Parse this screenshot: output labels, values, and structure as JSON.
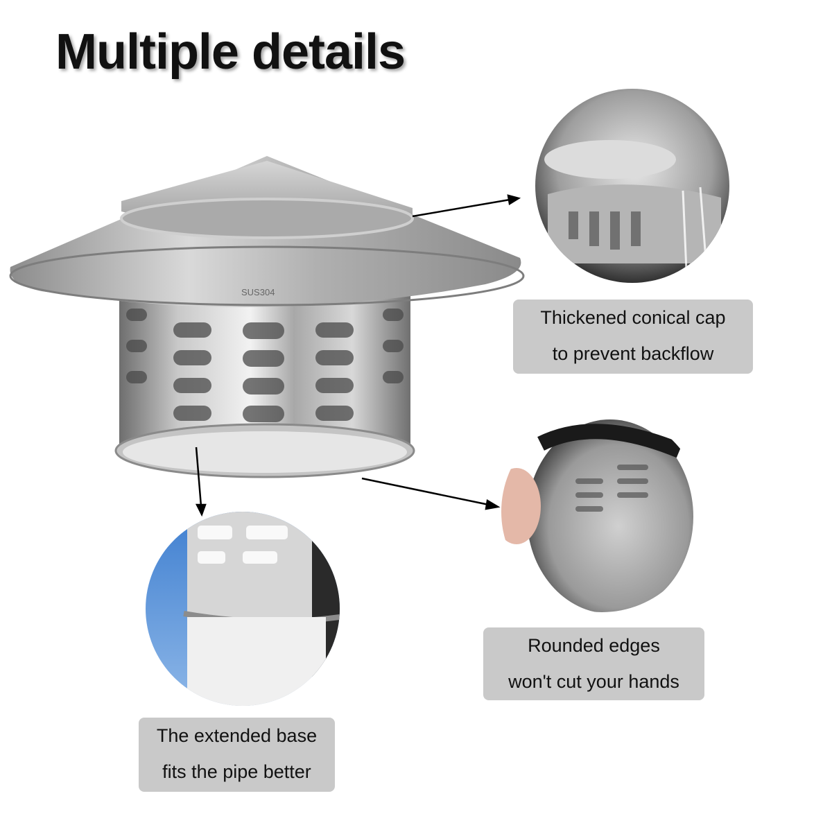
{
  "page": {
    "title": "Multiple details"
  },
  "product": {
    "engraving": "SUS304",
    "colors": {
      "steel_light": "#e6e6e6",
      "steel_mid": "#b3b3b3",
      "steel_dark": "#7a7a7a"
    }
  },
  "callouts": [
    {
      "line1": "Thickened conical cap",
      "line2": "to prevent backflow"
    },
    {
      "line1": "Rounded edges",
      "line2": "won't cut your hands"
    },
    {
      "line1": "The extended base",
      "line2": "fits the pipe better"
    }
  ],
  "colors": {
    "caption_bg": "#c9c9c9",
    "text": "#111111",
    "sky": "#5a8fd0"
  }
}
